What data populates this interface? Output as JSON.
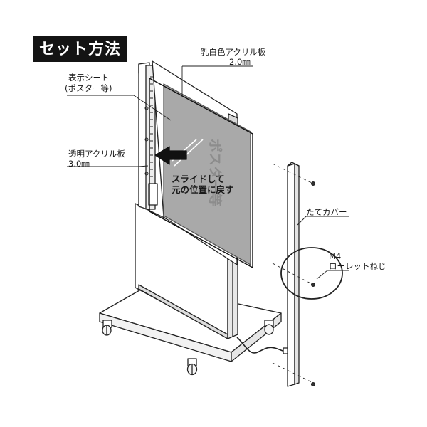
{
  "title": "セット方法",
  "labels": {
    "milky_acrylic": "乳白色アクリル板",
    "milky_thickness": "2.0㎜",
    "display_sheet": "表示シート",
    "display_sheet_sub": "(ポスター等)",
    "clear_acrylic": "透明アクリル板",
    "clear_thickness": "3.0㎜",
    "slide_line1": "スライドして",
    "slide_line2": "元の位置に戻す",
    "vertical_cover": "たてカバー",
    "m4": "M4",
    "knurled_screw": "ローレットねじ"
  },
  "poster_text": "ポスター等",
  "colors": {
    "poster_gray": "#a9a9a9",
    "ink": "#1a1a1a",
    "title_bg": "#141414"
  }
}
